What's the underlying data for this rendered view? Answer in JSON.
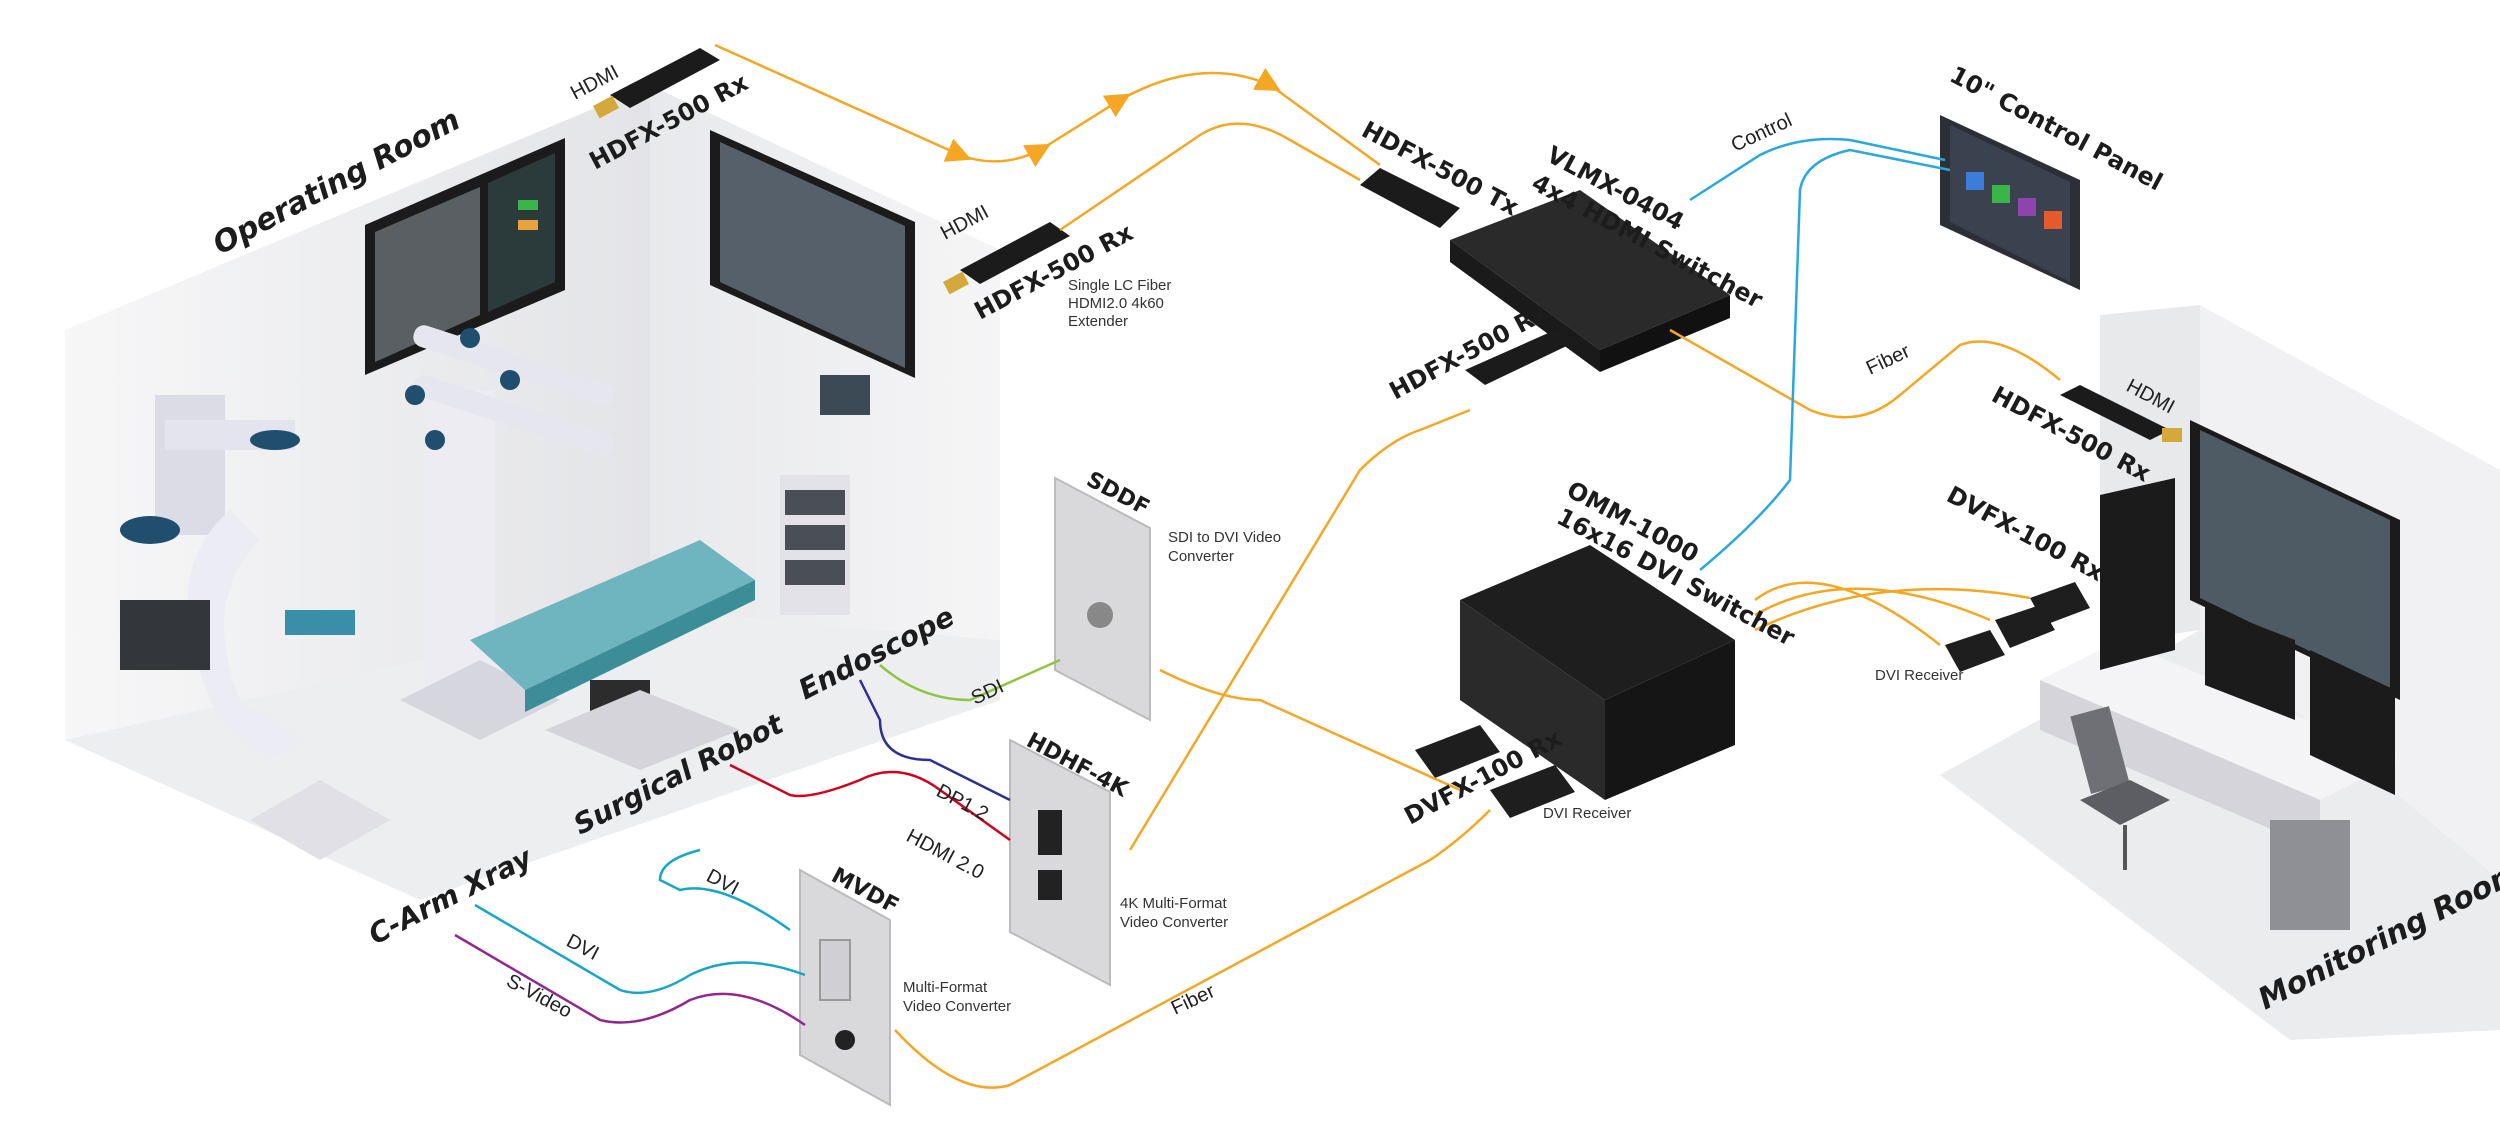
{
  "colors": {
    "fiber": "#f5a623",
    "control": "#29a8e0",
    "sdi": "#8cc63f",
    "hdmi20": "#d0021b",
    "dp12": "#2e3192",
    "dvi": "#16a6c9",
    "svideo": "#92278f"
  },
  "rooms": {
    "operating_room": "Operating Room",
    "monitoring_room": "Monitoring Room"
  },
  "sources": {
    "endoscope": "Endoscope",
    "surgical_robot": "Surgical Robot",
    "c_arm_xray": "C-Arm Xray"
  },
  "devices": {
    "hdfx_rx_top": "HDFX-500 Rx",
    "hdfx_rx_mid": "HDFX-500 Rx",
    "hdfx_rx_desc": [
      "Single LC Fiber",
      "HDMI2.0 4k60",
      "Extender"
    ],
    "hdfx_tx": "HDFX-500 Tx",
    "hdfx_rx_switch": "HDFX-500 Rx",
    "hdfx_rx_monitor": "HDFX-500 Rx",
    "vlmx_line1": "VLMX-0404",
    "vlmx_line2": "4x4 HDMI Switcher",
    "control_panel": "10\" Control Panel",
    "omm_line1": "OMM-1000",
    "omm_line2": "16x16 DVI Switcher",
    "dvfx_rx_right": "DVFX-100 Rx",
    "dvi_receiver_right": "DVI Receiver",
    "dvfx_rx_mid": "DVFX-100 Rx",
    "dvi_receiver_mid": "DVI Receiver",
    "sddf": "SDDF",
    "sddf_desc": [
      "SDI to DVI Video",
      "Converter"
    ],
    "hdhf": "HDHF-4K",
    "hdhf_desc": [
      "4K Multi-Format",
      "Video Converter"
    ],
    "mvdf": "MVDF",
    "mvdf_desc": [
      "Multi-Format",
      "Video Converter"
    ]
  },
  "wires": {
    "hdmi_top": "HDMI",
    "hdmi_mid": "HDMI",
    "hdmi_monitor": "HDMI",
    "control": "Control",
    "fiber_right": "Fiber",
    "fiber_bottom": "Fiber",
    "sdi": "SDI",
    "dp12": "DP1.2",
    "hdmi20": "HDMI 2.0",
    "dvi_robot": "DVI",
    "dvi_carm": "DVI",
    "svideo": "S-Video"
  }
}
